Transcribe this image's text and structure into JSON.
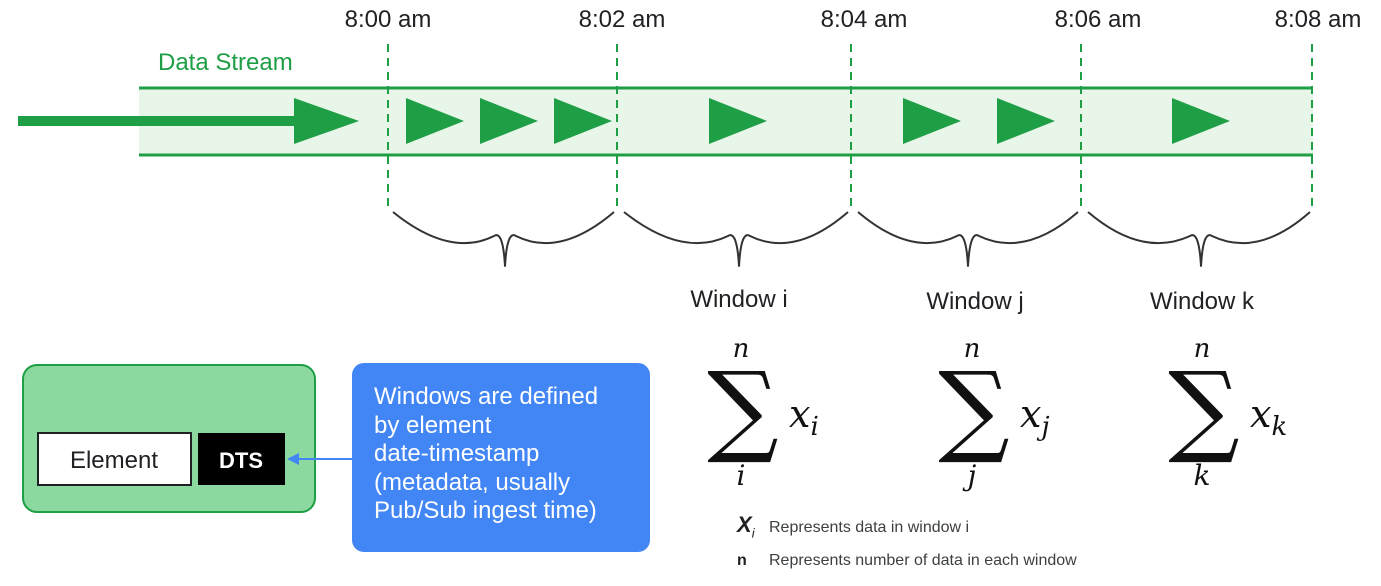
{
  "stream": {
    "label": "Data Stream",
    "times": [
      "8:00 am",
      "8:02 am",
      "8:04 am",
      "8:06 am",
      "8:08 am"
    ]
  },
  "windows": [
    {
      "label": "Window i",
      "sum_top": "n",
      "sum_bottom": "i",
      "term": "x",
      "sub": "i"
    },
    {
      "label": "Window j",
      "sum_top": "n",
      "sum_bottom": "j",
      "term": "x",
      "sub": "j"
    },
    {
      "label": "Window k",
      "sum_top": "n",
      "sum_bottom": "k",
      "term": "x",
      "sub": "k"
    }
  ],
  "element_box": {
    "element_label": "Element",
    "dts_label": "DTS"
  },
  "callout": {
    "lines": [
      "Windows are defined",
      "by element",
      "date-timestamp",
      "(metadata, usually",
      "Pub/Sub ingest time)"
    ]
  },
  "legend": {
    "x_symbol": "X",
    "x_sub": "i",
    "x_text": "Represents data in window i",
    "n_symbol": "n",
    "n_text": "Represents number of data in each window"
  },
  "colors": {
    "stream_green": "#1e9e45",
    "band_fill": "#e8f5e9",
    "element_box_fill": "#8bd99f",
    "callout_blue": "#4285f4",
    "brace": "#333333"
  }
}
